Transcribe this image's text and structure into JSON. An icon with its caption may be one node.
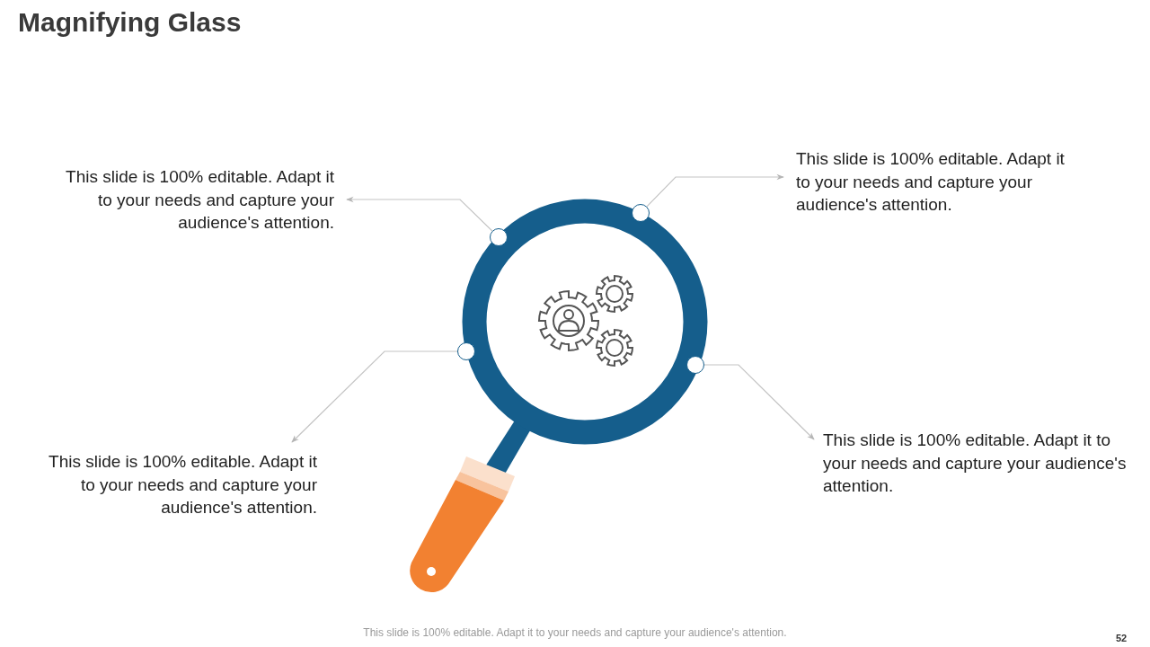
{
  "diagram": {
    "title": "Magnifying Glass",
    "nodes": [
      {
        "text": [
          "This slide is 100% editable. Adapt it to your needs and capture your audience's attention."
        ]
      },
      {
        "text": [
          "This slide is 100% editable. Adapt it to your needs and capture your audience's attention."
        ]
      },
      {
        "text": [
          "This slide is 100% editable. Adapt it to your needs and capture your audience's attention."
        ]
      },
      {
        "text": [
          "This slide is 100% editable. Adapt it to your needs and capture your audience's attention."
        ]
      },
      {
        "text": [],
        "shape": "circle"
      },
      {
        "text": [],
        "shape": "circle"
      },
      {
        "text": [],
        "shape": "circle"
      },
      {
        "text": [],
        "shape": "circle"
      }
    ],
    "edges": [
      {
        "from": 5,
        "to": 0,
        "arrow": "to"
      },
      {
        "from": 6,
        "to": 1,
        "arrow": "to"
      },
      {
        "from": 4,
        "to": 2,
        "arrow": "to"
      },
      {
        "from": 7,
        "to": 3,
        "arrow": "to"
      }
    ],
    "labels": [
      "This slide is 100% editable. Adapt it to your needs and capture your audience's attention.",
      "52"
    ]
  }
}
